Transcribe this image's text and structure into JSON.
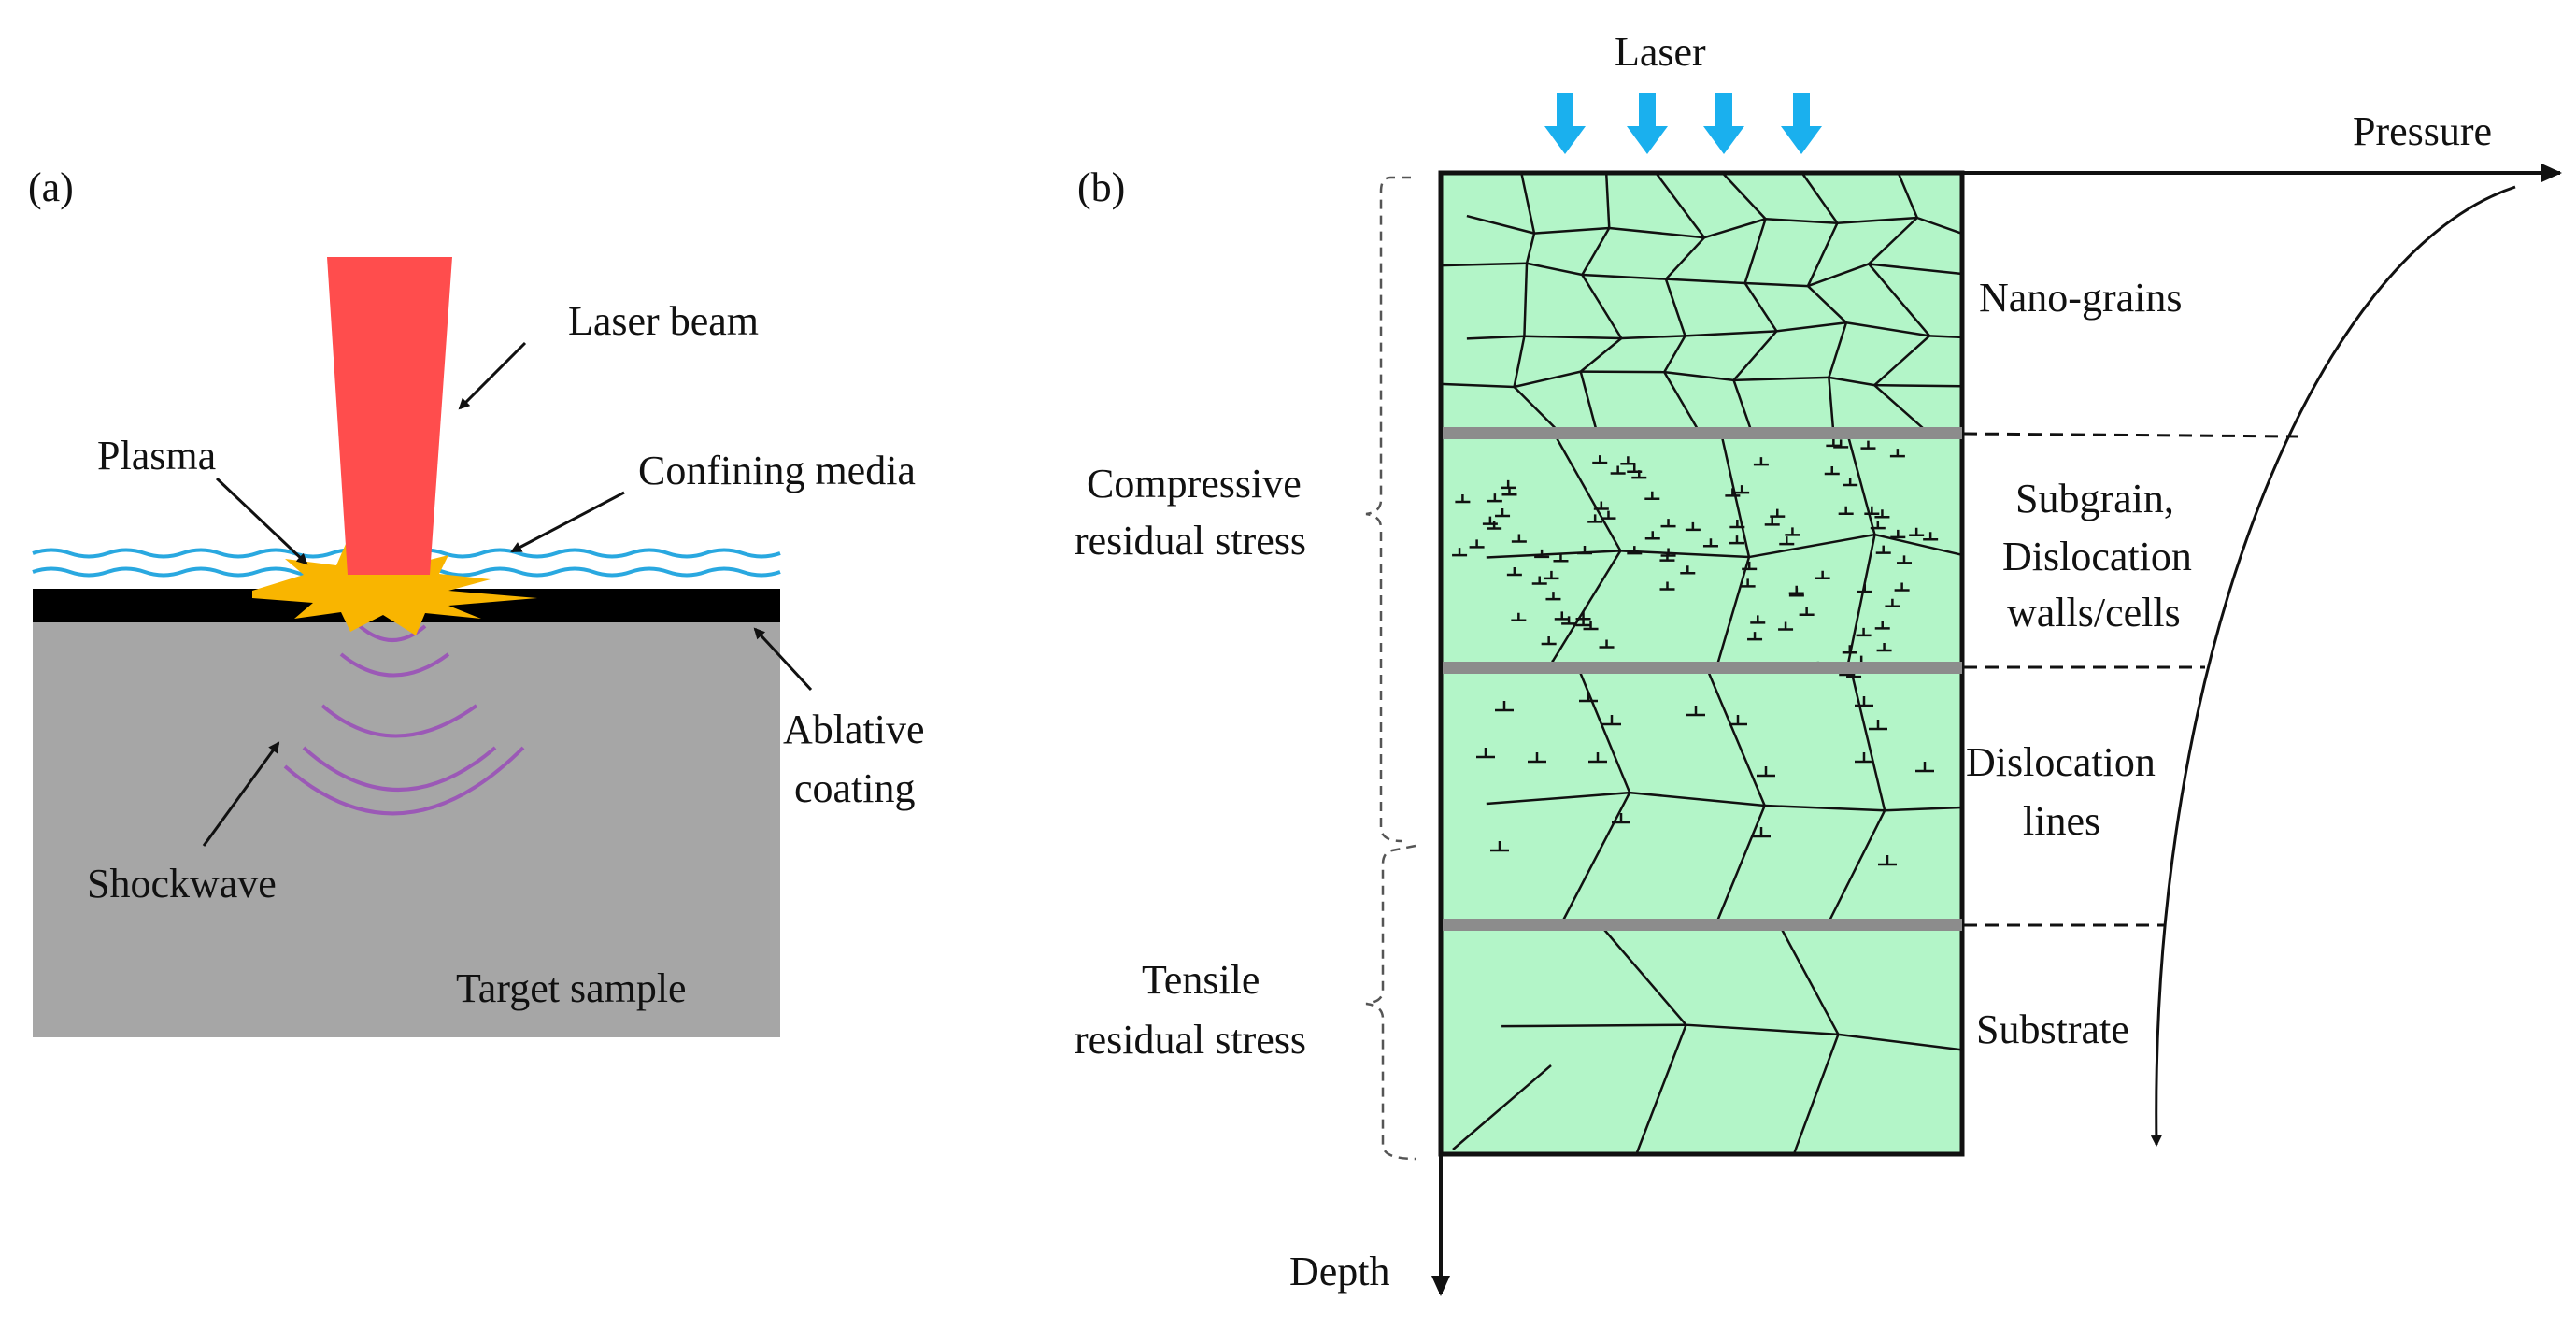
{
  "panel_a": {
    "panel_label": "(a)",
    "labels": {
      "laser_beam": "Laser beam",
      "plasma": "Plasma",
      "confining_media": "Confining media",
      "ablative_coating_line1": "Ablative",
      "ablative_coating_line2": "coating",
      "shockwave": "Shockwave",
      "target_sample": "Target sample"
    },
    "colors": {
      "laser": "#ff4d4d",
      "water": "#29a8e0",
      "plasma": "#f9b500",
      "coating": "#000000",
      "sample": "#a6a6a6",
      "shockwave": "#9b59b6"
    }
  },
  "panel_b": {
    "panel_label": "(b)",
    "labels": {
      "laser": "Laser",
      "pressure": "Pressure",
      "depth": "Depth",
      "compressive_line1": "Compressive",
      "compressive_line2": "residual stress",
      "tensile_line1": "Tensile",
      "tensile_line2": "residual stress"
    },
    "layers": [
      {
        "lines": [
          "Nano-grains"
        ]
      },
      {
        "lines": [
          "Subgrain,",
          "Dislocation",
          "walls/cells"
        ]
      },
      {
        "lines": [
          "Dislocation",
          "lines"
        ]
      },
      {
        "lines": [
          "Substrate"
        ]
      }
    ],
    "colors": {
      "grain_fill": "#b3f5c8",
      "laser_arrow": "#1ab0ee",
      "boundary": "#8c8c8c"
    }
  }
}
